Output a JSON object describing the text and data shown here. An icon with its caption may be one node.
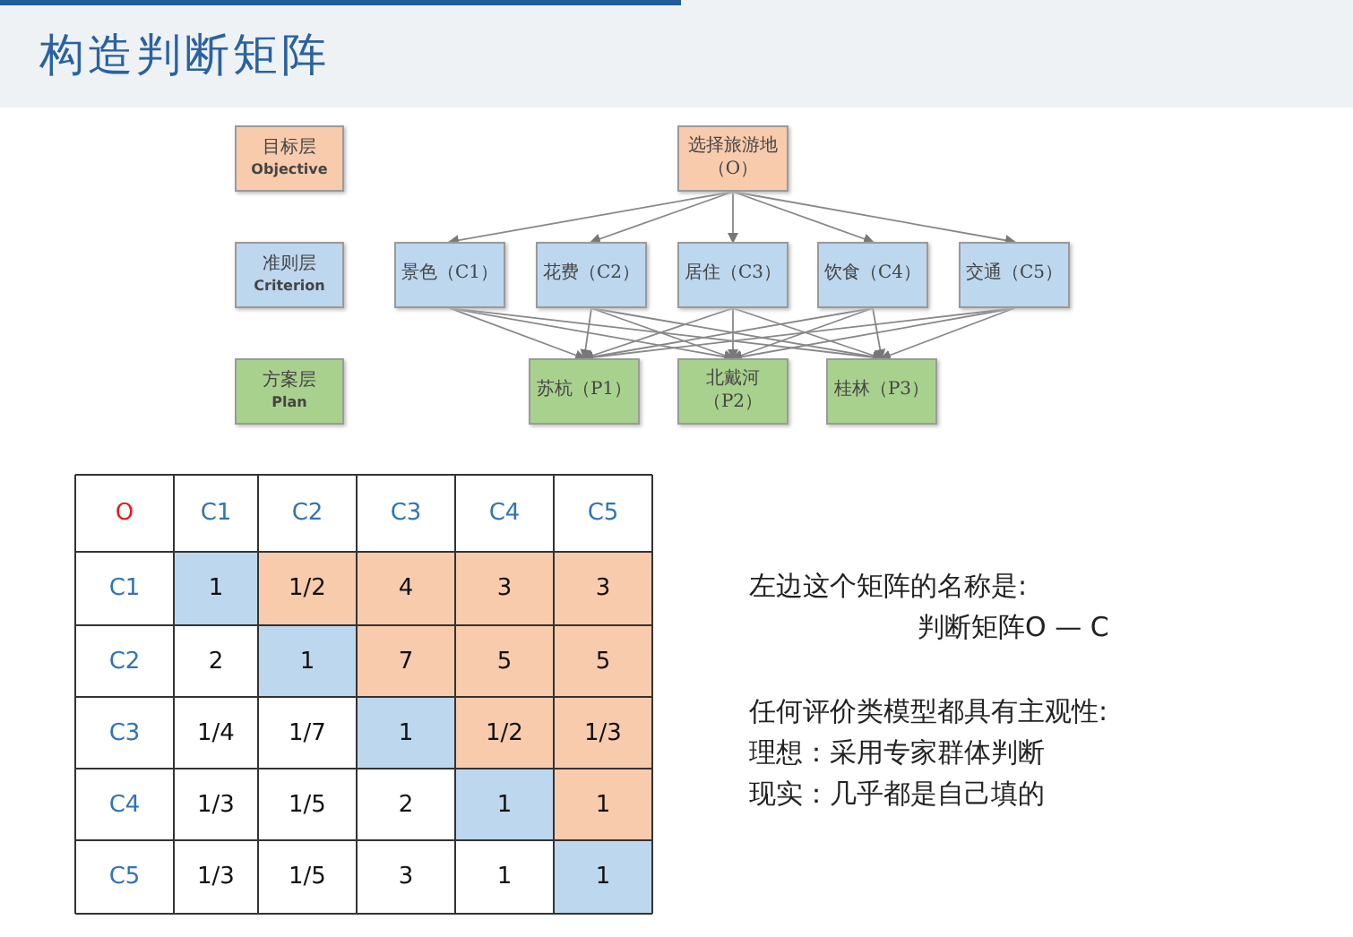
{
  "diagram": {
    "title": "构造判断矩阵",
    "nodes": [
      {
        "text": [
          "目标层",
          "Objective"
        ]
      },
      {
        "text": [
          "选择旅游地（O）"
        ]
      },
      {
        "text": [
          "准则层",
          "Criterion"
        ]
      },
      {
        "text": [
          "景色（C1）"
        ]
      },
      {
        "text": [
          "花费（C2）"
        ]
      },
      {
        "text": [
          "居住（C3）"
        ]
      },
      {
        "text": [
          "饮食（C4）"
        ]
      },
      {
        "text": [
          "交通（C5）"
        ]
      },
      {
        "text": [
          "方案层",
          "Plan"
        ]
      },
      {
        "text": [
          "苏杭（P1）"
        ]
      },
      {
        "text": [
          "北戴河（P2）"
        ]
      },
      {
        "text": [
          "桂林（P3）"
        ]
      }
    ],
    "edges": [
      {
        "from": 1,
        "to": 3,
        "arrow": "to"
      },
      {
        "from": 1,
        "to": 4,
        "arrow": "to"
      },
      {
        "from": 1,
        "to": 5,
        "arrow": "to"
      },
      {
        "from": 1,
        "to": 6,
        "arrow": "to"
      },
      {
        "from": 1,
        "to": 7,
        "arrow": "to"
      },
      {
        "from": 3,
        "to": 9,
        "arrow": "to"
      },
      {
        "from": 3,
        "to": 10,
        "arrow": "to"
      },
      {
        "from": 3,
        "to": 11,
        "arrow": "to"
      },
      {
        "from": 4,
        "to": 9,
        "arrow": "to"
      },
      {
        "from": 4,
        "to": 10,
        "arrow": "to"
      },
      {
        "from": 4,
        "to": 11,
        "arrow": "to"
      },
      {
        "from": 5,
        "to": 9,
        "arrow": "to"
      },
      {
        "from": 5,
        "to": 10,
        "arrow": "to"
      },
      {
        "from": 5,
        "to": 11,
        "arrow": "to"
      },
      {
        "from": 6,
        "to": 9,
        "arrow": "to"
      },
      {
        "from": 6,
        "to": 10,
        "arrow": "to"
      },
      {
        "from": 6,
        "to": 11,
        "arrow": "to"
      },
      {
        "from": 7,
        "to": 9,
        "arrow": "to"
      },
      {
        "from": 7,
        "to": 10,
        "arrow": "to"
      },
      {
        "from": 7,
        "to": 11,
        "arrow": "to"
      }
    ],
    "labels": [
      "O",
      "C1",
      "C2",
      "C3",
      "C4",
      "C5",
      "C1",
      "1",
      "1/2",
      "4",
      "3",
      "3",
      "C2",
      "2",
      "1",
      "7",
      "5",
      "5",
      "C3",
      "1/4",
      "1/7",
      "1",
      "1/2",
      "1/3",
      "C4",
      "1/3",
      "1/5",
      "2",
      "1",
      "1",
      "C5",
      "1/3",
      "1/5",
      "3",
      "1",
      "1",
      "左边这个矩阵的名称是:",
      "判断矩阵O — C",
      "任何评价类模型都具有主观性:",
      "理想：采用专家群体判断",
      "现实：几乎都是自己填的"
    ]
  }
}
